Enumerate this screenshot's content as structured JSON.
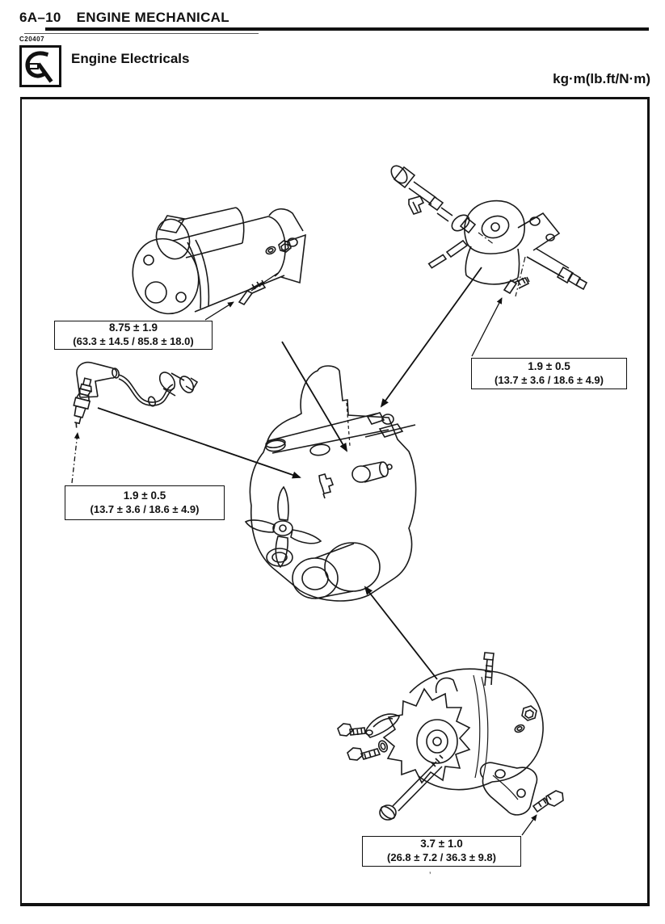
{
  "header": {
    "code": "6A–10",
    "title": "ENGINE MECHANICAL"
  },
  "figure": {
    "ref_code": "C20407",
    "section_title": "Engine Electricals",
    "units": "kg·m(lb.ft/N·m)",
    "callouts": [
      {
        "id": "starter-motor-bolt",
        "value": "8.75 ± 1.9",
        "converted": "(63.3 ± 14.5 / 85.8 ± 18.0)"
      },
      {
        "id": "distributor-bolt",
        "value": "1.9 ± 0.5",
        "converted": "(13.7 ± 3.6 / 18.6 ± 4.9)"
      },
      {
        "id": "spark-plug",
        "value": "1.9 ± 0.5",
        "converted": "(13.7 ± 3.6 / 18.6 ± 4.9)"
      },
      {
        "id": "alternator-bracket-bolt",
        "value": "3.7 ± 1.0",
        "converted": "(26.8 ± 7.2 / 36.3 ± 9.8)"
      }
    ],
    "stray_mark": "’"
  }
}
